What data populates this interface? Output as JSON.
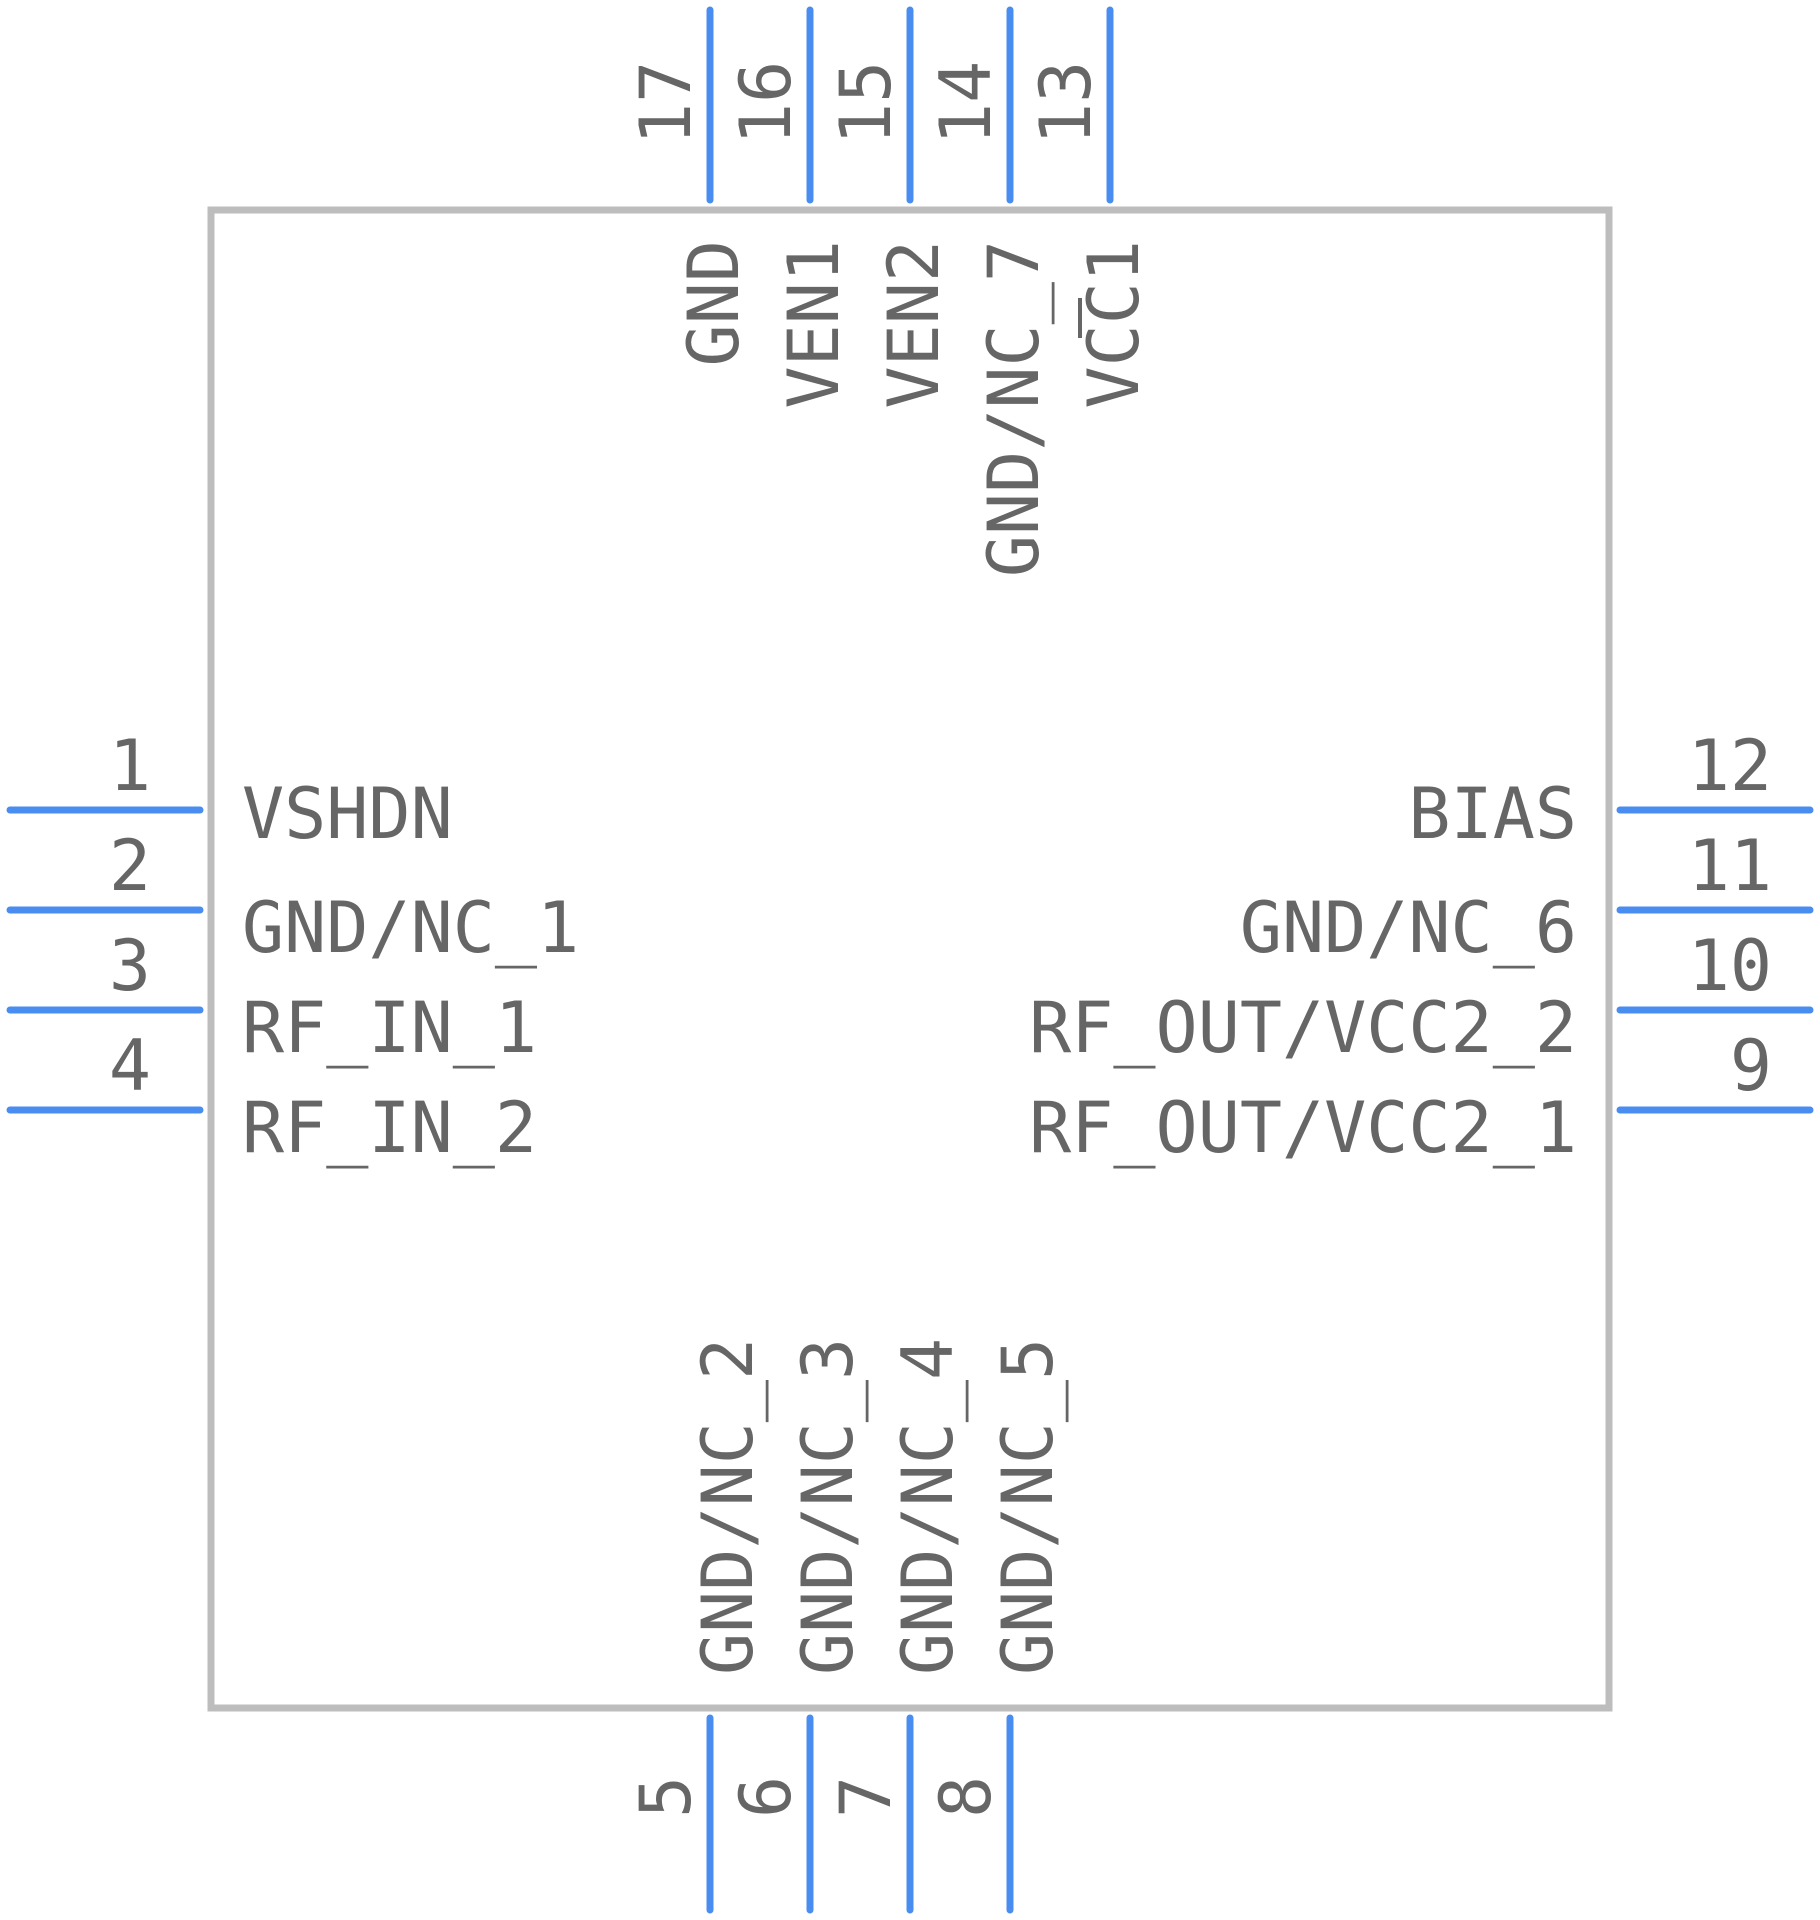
{
  "component": {
    "left_pins": [
      {
        "number": "1",
        "name": "VSHDN"
      },
      {
        "number": "2",
        "name": "GND/NC_1"
      },
      {
        "number": "3",
        "name": "RF_IN_1"
      },
      {
        "number": "4",
        "name": "RF_IN_2"
      }
    ],
    "bottom_pins": [
      {
        "number": "5",
        "name": "GND/NC_2"
      },
      {
        "number": "6",
        "name": "GND/NC_3"
      },
      {
        "number": "7",
        "name": "GND/NC_4"
      },
      {
        "number": "8",
        "name": "GND/NC_5"
      }
    ],
    "right_pins": [
      {
        "number": "9",
        "name": "RF_OUT/VCC2_1"
      },
      {
        "number": "10",
        "name": "RF_OUT/VCC2_2"
      },
      {
        "number": "11",
        "name": "GND/NC_6"
      },
      {
        "number": "12",
        "name": "BIAS"
      }
    ],
    "top_pins": [
      {
        "number": "13",
        "name": "VCC1"
      },
      {
        "number": "14",
        "name": "GND/NC_7"
      },
      {
        "number": "15",
        "name": "VEN2"
      },
      {
        "number": "16",
        "name": "VEN1"
      },
      {
        "number": "17",
        "name": "GND"
      }
    ]
  },
  "colors": {
    "pin": "#4a8df0",
    "body_outline": "#bdbdbd",
    "text": "#666666"
  }
}
